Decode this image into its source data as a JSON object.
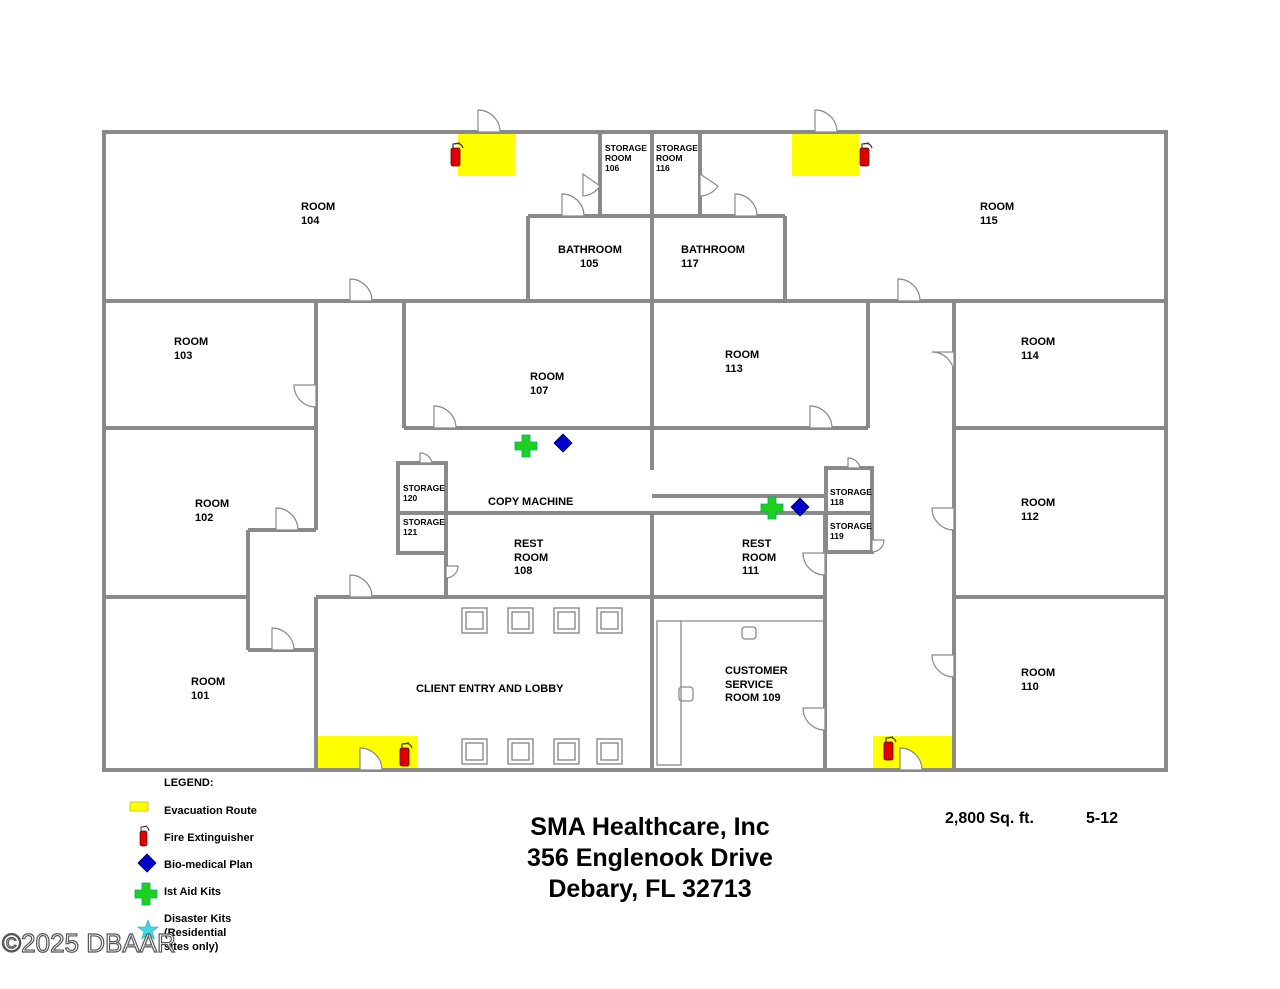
{
  "rooms": {
    "r104": [
      "ROOM",
      "104"
    ],
    "r115": [
      "ROOM",
      "115"
    ],
    "r103": [
      "ROOM",
      "103"
    ],
    "r114": [
      "ROOM",
      "114"
    ],
    "r107": [
      "ROOM",
      "107"
    ],
    "r113": [
      "ROOM",
      "113"
    ],
    "r102": [
      "ROOM",
      "102"
    ],
    "r112": [
      "ROOM",
      "112"
    ],
    "r101": [
      "ROOM",
      "101"
    ],
    "r110": [
      "ROOM",
      "110"
    ],
    "bath105": [
      "BATHROOM",
      "105"
    ],
    "bath117": [
      "BATHROOM",
      "117"
    ],
    "rest108": [
      "REST",
      "ROOM",
      "108"
    ],
    "rest111": [
      "REST",
      "ROOM",
      "111"
    ],
    "st106": [
      "STORAGE",
      "ROOM",
      "106"
    ],
    "st116": [
      "STORAGE",
      "ROOM",
      "116"
    ],
    "st120": [
      "STORAGE",
      "120"
    ],
    "st121": [
      "STORAGE",
      "121"
    ],
    "st118": [
      "STORAGE",
      "118"
    ],
    "st119": [
      "STORAGE",
      "119"
    ],
    "copy": [
      "COPY MACHINE"
    ],
    "lobby": [
      "CLIENT ENTRY AND LOBBY"
    ],
    "cust": [
      "CUSTOMER",
      "SERVICE",
      "ROOM 109"
    ]
  },
  "legend": {
    "title": "LEGEND:",
    "evac": "Evacuation Route",
    "fire": "Fire Extinguisher",
    "bio": "Bio-medical Plan",
    "aid": "Ist Aid Kits",
    "disaster": [
      "Disaster Kits",
      "(Residential",
      "sites only)"
    ]
  },
  "address": {
    "line1": "SMA Healthcare, Inc",
    "line2": "356 Englenook Drive",
    "line3": "Debary, FL  32713"
  },
  "area": "2,800  Sq. ft.",
  "revision": "5-12",
  "watermark": "©2025 DBAAR",
  "colors": {
    "evacuation": "#ffff00",
    "extinguisher": "#e00000",
    "biomedical": "#0000cc",
    "first_aid": "#1fd11f",
    "disaster": "#3fd6e6",
    "wall": "#8a8a8a"
  }
}
